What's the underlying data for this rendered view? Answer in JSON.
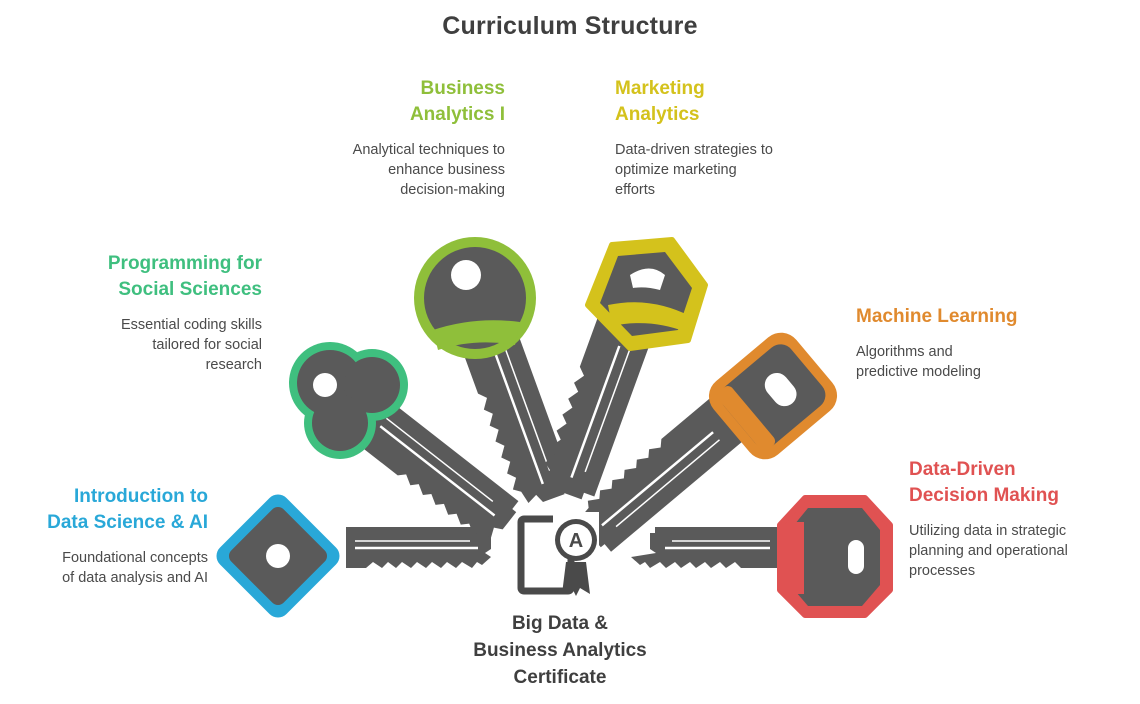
{
  "title": "Curriculum Structure",
  "center": {
    "label": "Big Data &\nBusiness Analytics\nCertificate",
    "icon": "certificate-badge-icon",
    "icon_letter": "A"
  },
  "colors": {
    "key_body": "#5a5a5a",
    "text_dark": "#3f3f3f",
    "intro": "#29a8d8",
    "programming": "#3fbf7f",
    "business": "#8fbf3a",
    "marketing": "#d4c21c",
    "ml": "#e08a2e",
    "decision": "#e05252"
  },
  "items": [
    {
      "id": "intro",
      "title": "Introduction to\nData Science & AI",
      "desc": "Foundational concepts\nof data analysis and AI",
      "icon": "key-icon"
    },
    {
      "id": "programming",
      "title": "Programming for\nSocial Sciences",
      "desc": "Essential coding skills\ntailored for social\nresearch",
      "icon": "key-icon"
    },
    {
      "id": "business",
      "title": "Business\nAnalytics I",
      "desc": "Analytical techniques to\nenhance business\ndecision-making",
      "icon": "key-icon"
    },
    {
      "id": "marketing",
      "title": "Marketing\nAnalytics",
      "desc": "Data-driven strategies to\noptimize marketing\nefforts",
      "icon": "key-icon"
    },
    {
      "id": "ml",
      "title": "Machine Learning",
      "desc": "Algorithms and\npredictive modeling",
      "icon": "key-icon"
    },
    {
      "id": "decision",
      "title": "Data-Driven\nDecision Making",
      "desc": "Utilizing data in strategic\nplanning and operational\nprocesses",
      "icon": "key-icon"
    }
  ]
}
